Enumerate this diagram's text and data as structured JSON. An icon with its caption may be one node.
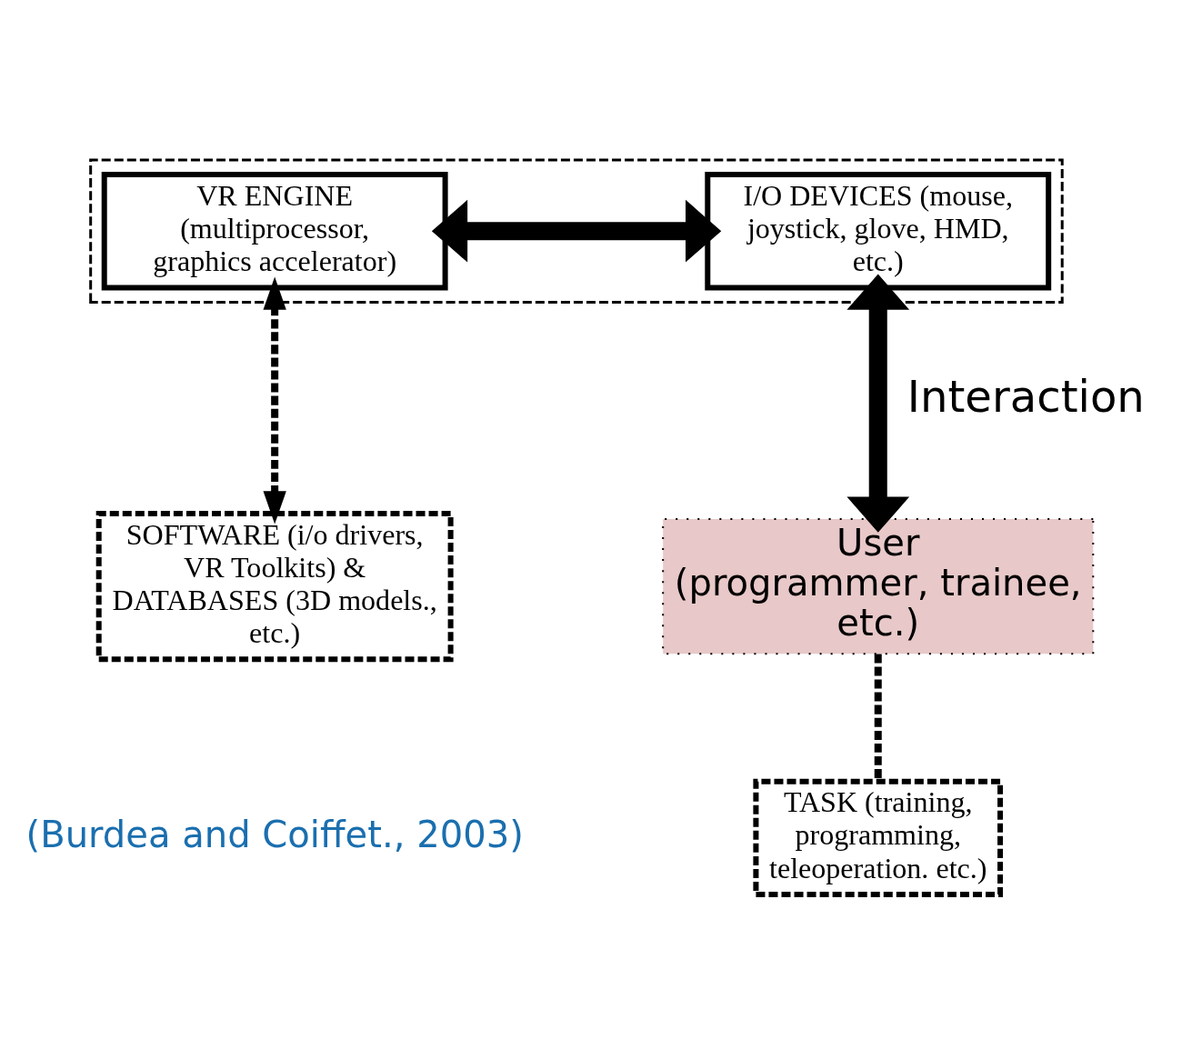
{
  "diagram": {
    "nodes": [
      {
        "text": [],
        "shape": "box"
      },
      {
        "text": [
          "VR ENGINE (multiprocessor, graphics accelerator)"
        ],
        "in": 0
      },
      {
        "text": [
          "I/O DEVICES (mouse, joystick, glove, HMD, etc.)"
        ],
        "in": 0
      },
      {
        "text": [
          "SOFTWARE (i/o drivers, VR Toolkits) & DATABASES (3D models., etc.)"
        ]
      },
      {
        "text": [
          "User",
          "(programmer, trainee, etc.)"
        ]
      },
      {
        "text": [
          "TASK (training, programming, teleoperation. etc.)"
        ]
      }
    ],
    "edges": [
      {
        "from": 1,
        "to": 2,
        "arrow": "both",
        "style": "thick"
      },
      {
        "from": 1,
        "to": 3,
        "arrow": "both",
        "style": "dashed"
      },
      {
        "from": 2,
        "to": 4,
        "arrow": "both",
        "style": "thick",
        "label": "Interaction"
      },
      {
        "from": 4,
        "to": 5,
        "arrow": "none",
        "style": "dashed"
      }
    ],
    "labels": [
      "(Burdea and Coiffet., 2003)"
    ]
  }
}
